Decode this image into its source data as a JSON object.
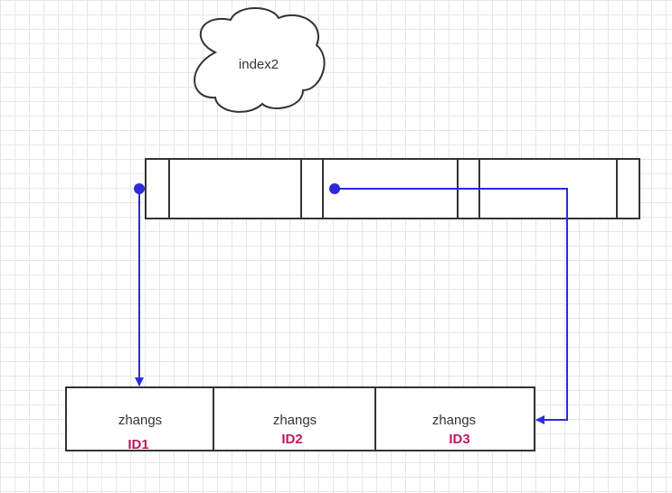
{
  "cloud": {
    "label": "index2"
  },
  "index_node": {
    "cell_count": 3
  },
  "data_rows": [
    {
      "name": "zhangs",
      "id": "ID1"
    },
    {
      "name": "zhangs",
      "id": "ID2"
    },
    {
      "name": "zhangs",
      "id": "ID3"
    }
  ],
  "colors": {
    "stroke": "#333333",
    "arrow": "#2b2bdc",
    "id_text": "#c2185b",
    "grid": "#e6e6e6"
  }
}
